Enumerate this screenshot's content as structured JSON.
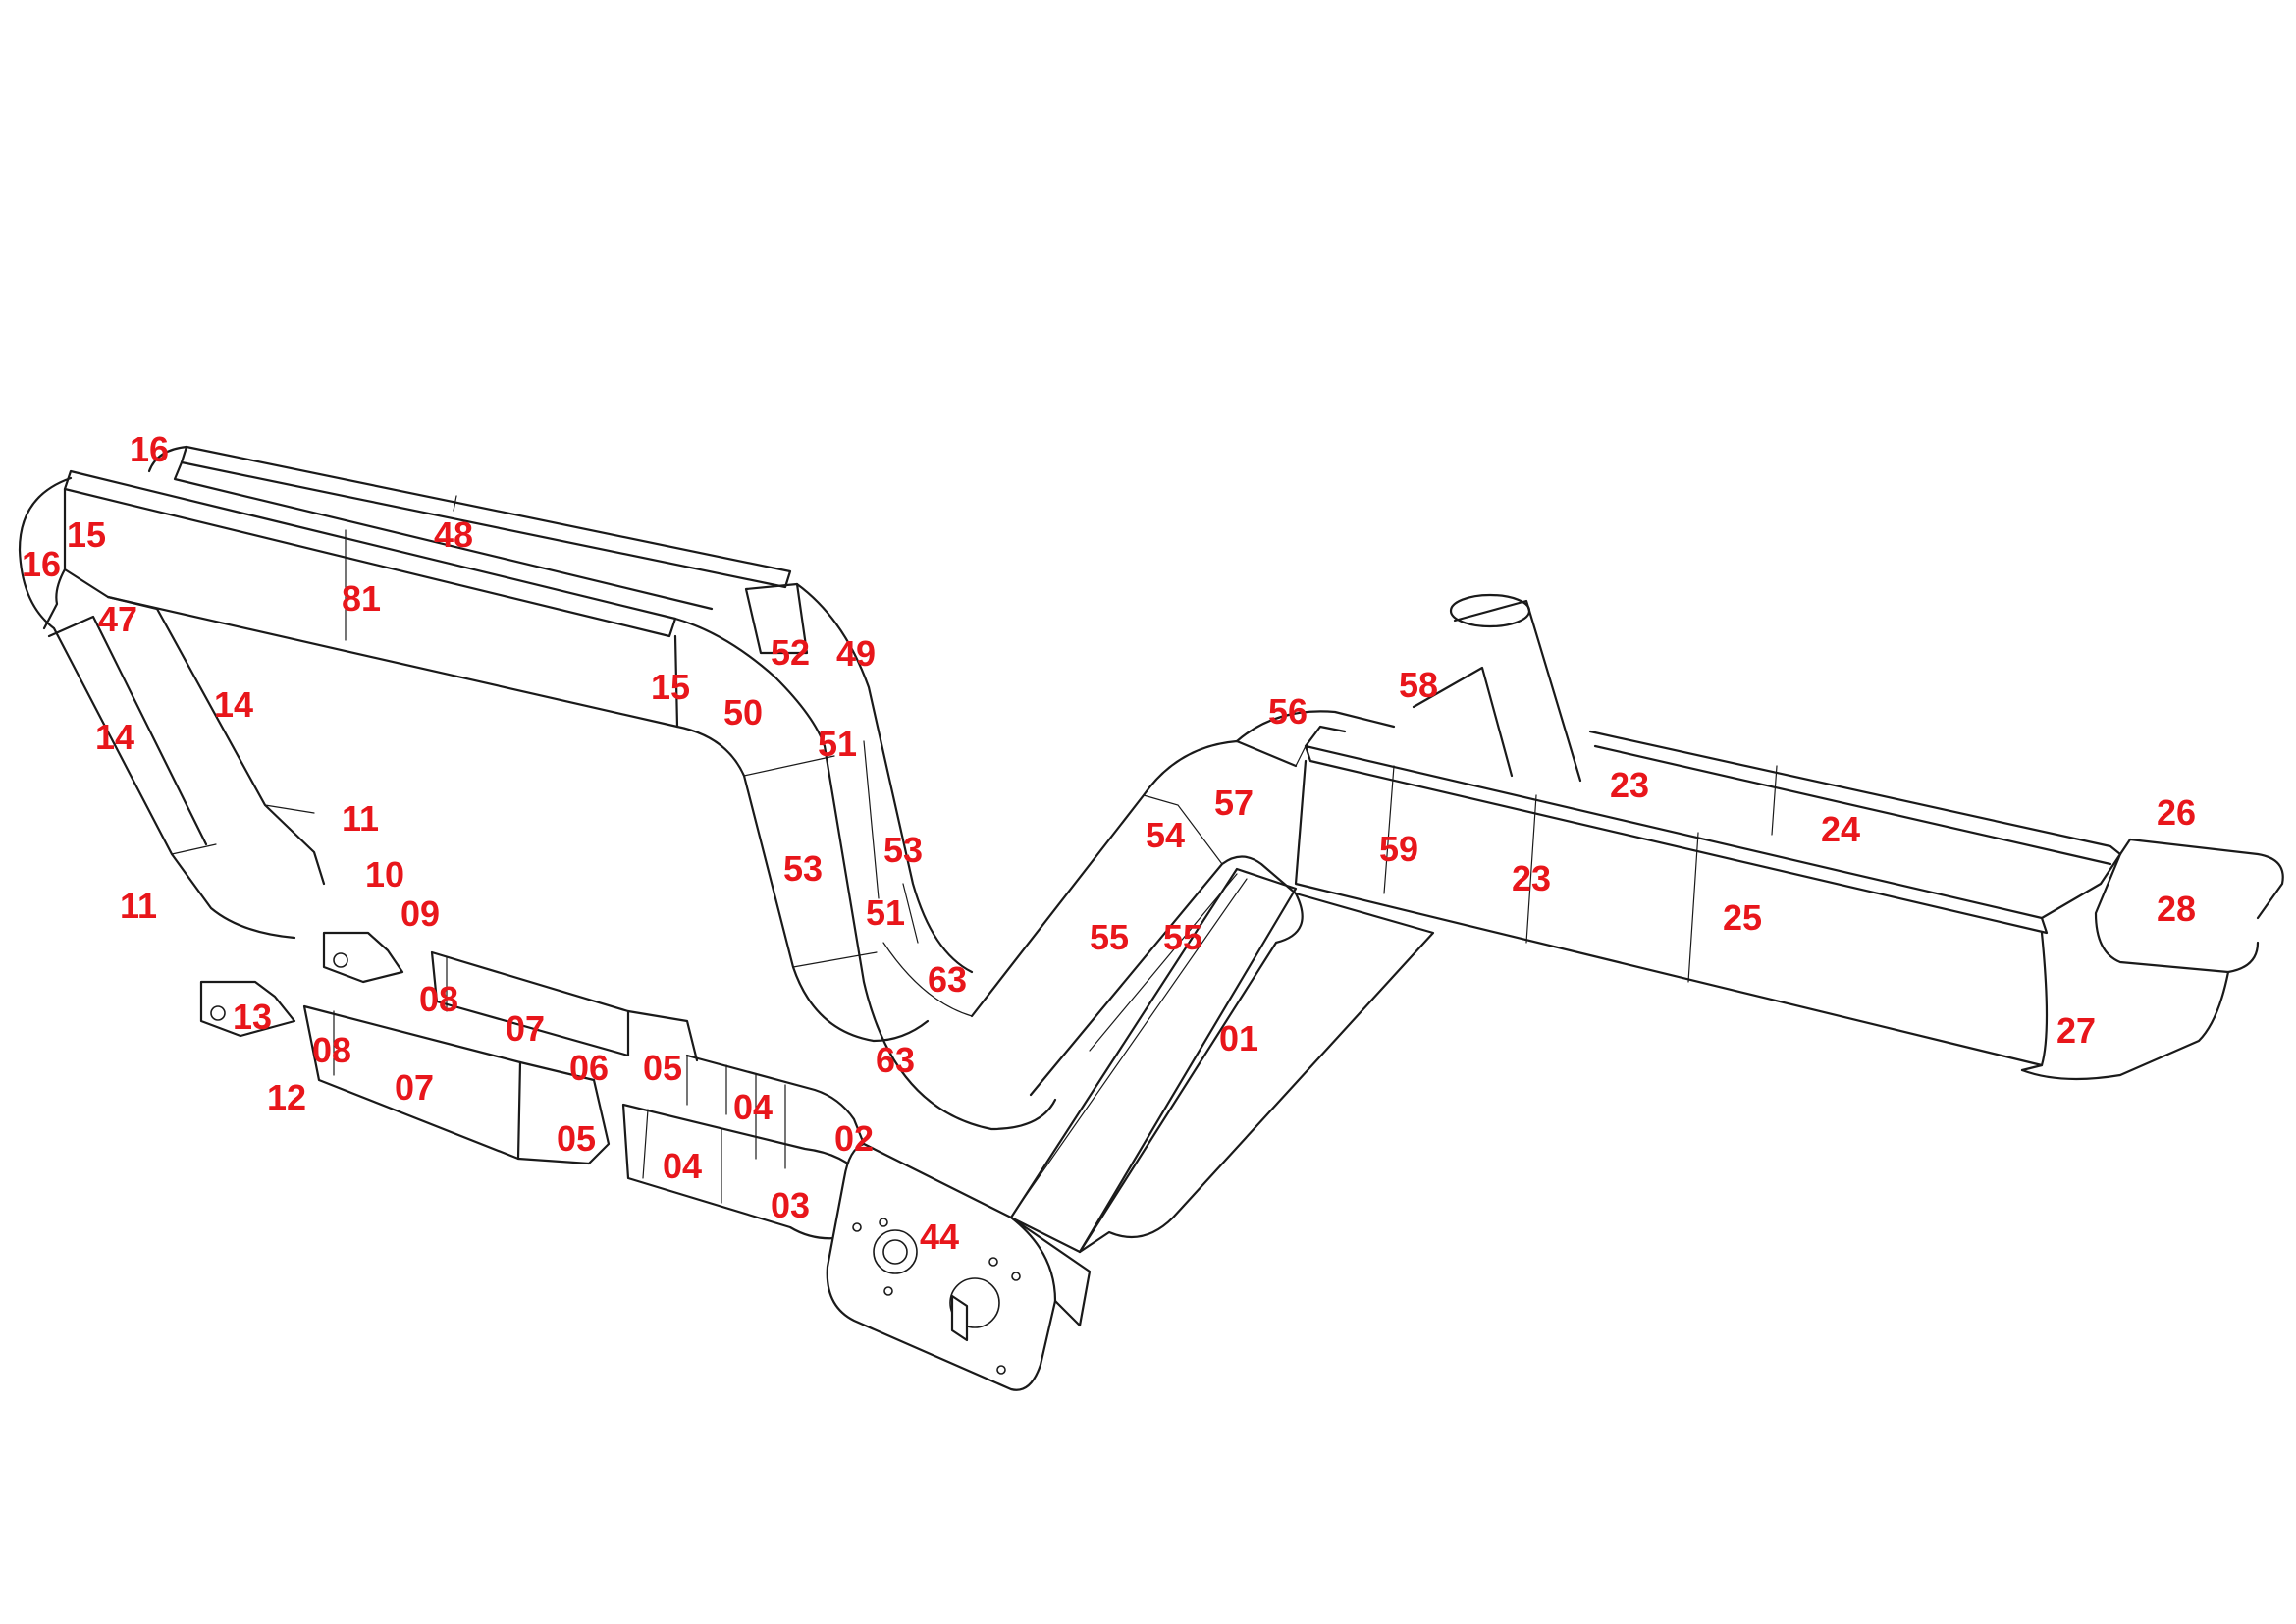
{
  "drawing": {
    "label_color": "#e8161b",
    "line_color": "#1a1a1a",
    "background": "#ffffff"
  },
  "labels": [
    {
      "id": "lbl-01",
      "text": "01"
    },
    {
      "id": "lbl-02",
      "text": "02"
    },
    {
      "id": "lbl-03",
      "text": "03"
    },
    {
      "id": "lbl-04a",
      "text": "04"
    },
    {
      "id": "lbl-04b",
      "text": "04"
    },
    {
      "id": "lbl-05a",
      "text": "05"
    },
    {
      "id": "lbl-05b",
      "text": "05"
    },
    {
      "id": "lbl-06",
      "text": "06"
    },
    {
      "id": "lbl-07a",
      "text": "07"
    },
    {
      "id": "lbl-07b",
      "text": "07"
    },
    {
      "id": "lbl-08a",
      "text": "08"
    },
    {
      "id": "lbl-08b",
      "text": "08"
    },
    {
      "id": "lbl-09",
      "text": "09"
    },
    {
      "id": "lbl-10",
      "text": "10"
    },
    {
      "id": "lbl-11a",
      "text": "11"
    },
    {
      "id": "lbl-11b",
      "text": "11"
    },
    {
      "id": "lbl-12",
      "text": "12"
    },
    {
      "id": "lbl-13",
      "text": "13"
    },
    {
      "id": "lbl-14a",
      "text": "14"
    },
    {
      "id": "lbl-14b",
      "text": "14"
    },
    {
      "id": "lbl-15a",
      "text": "15"
    },
    {
      "id": "lbl-15b",
      "text": "15"
    },
    {
      "id": "lbl-16a",
      "text": "16"
    },
    {
      "id": "lbl-16b",
      "text": "16"
    },
    {
      "id": "lbl-23a",
      "text": "23"
    },
    {
      "id": "lbl-23b",
      "text": "23"
    },
    {
      "id": "lbl-24",
      "text": "24"
    },
    {
      "id": "lbl-25",
      "text": "25"
    },
    {
      "id": "lbl-26",
      "text": "26"
    },
    {
      "id": "lbl-27",
      "text": "27"
    },
    {
      "id": "lbl-28",
      "text": "28"
    },
    {
      "id": "lbl-44",
      "text": "44"
    },
    {
      "id": "lbl-47",
      "text": "47"
    },
    {
      "id": "lbl-48",
      "text": "48"
    },
    {
      "id": "lbl-49",
      "text": "49"
    },
    {
      "id": "lbl-50",
      "text": "50"
    },
    {
      "id": "lbl-51a",
      "text": "51"
    },
    {
      "id": "lbl-51b",
      "text": "51"
    },
    {
      "id": "lbl-52",
      "text": "52"
    },
    {
      "id": "lbl-53a",
      "text": "53"
    },
    {
      "id": "lbl-53b",
      "text": "53"
    },
    {
      "id": "lbl-54",
      "text": "54"
    },
    {
      "id": "lbl-55a",
      "text": "55"
    },
    {
      "id": "lbl-55b",
      "text": "55"
    },
    {
      "id": "lbl-56",
      "text": "56"
    },
    {
      "id": "lbl-57",
      "text": "57"
    },
    {
      "id": "lbl-58",
      "text": "58"
    },
    {
      "id": "lbl-59",
      "text": "59"
    },
    {
      "id": "lbl-63a",
      "text": "63"
    },
    {
      "id": "lbl-63b",
      "text": "63"
    },
    {
      "id": "lbl-81",
      "text": "81"
    }
  ]
}
